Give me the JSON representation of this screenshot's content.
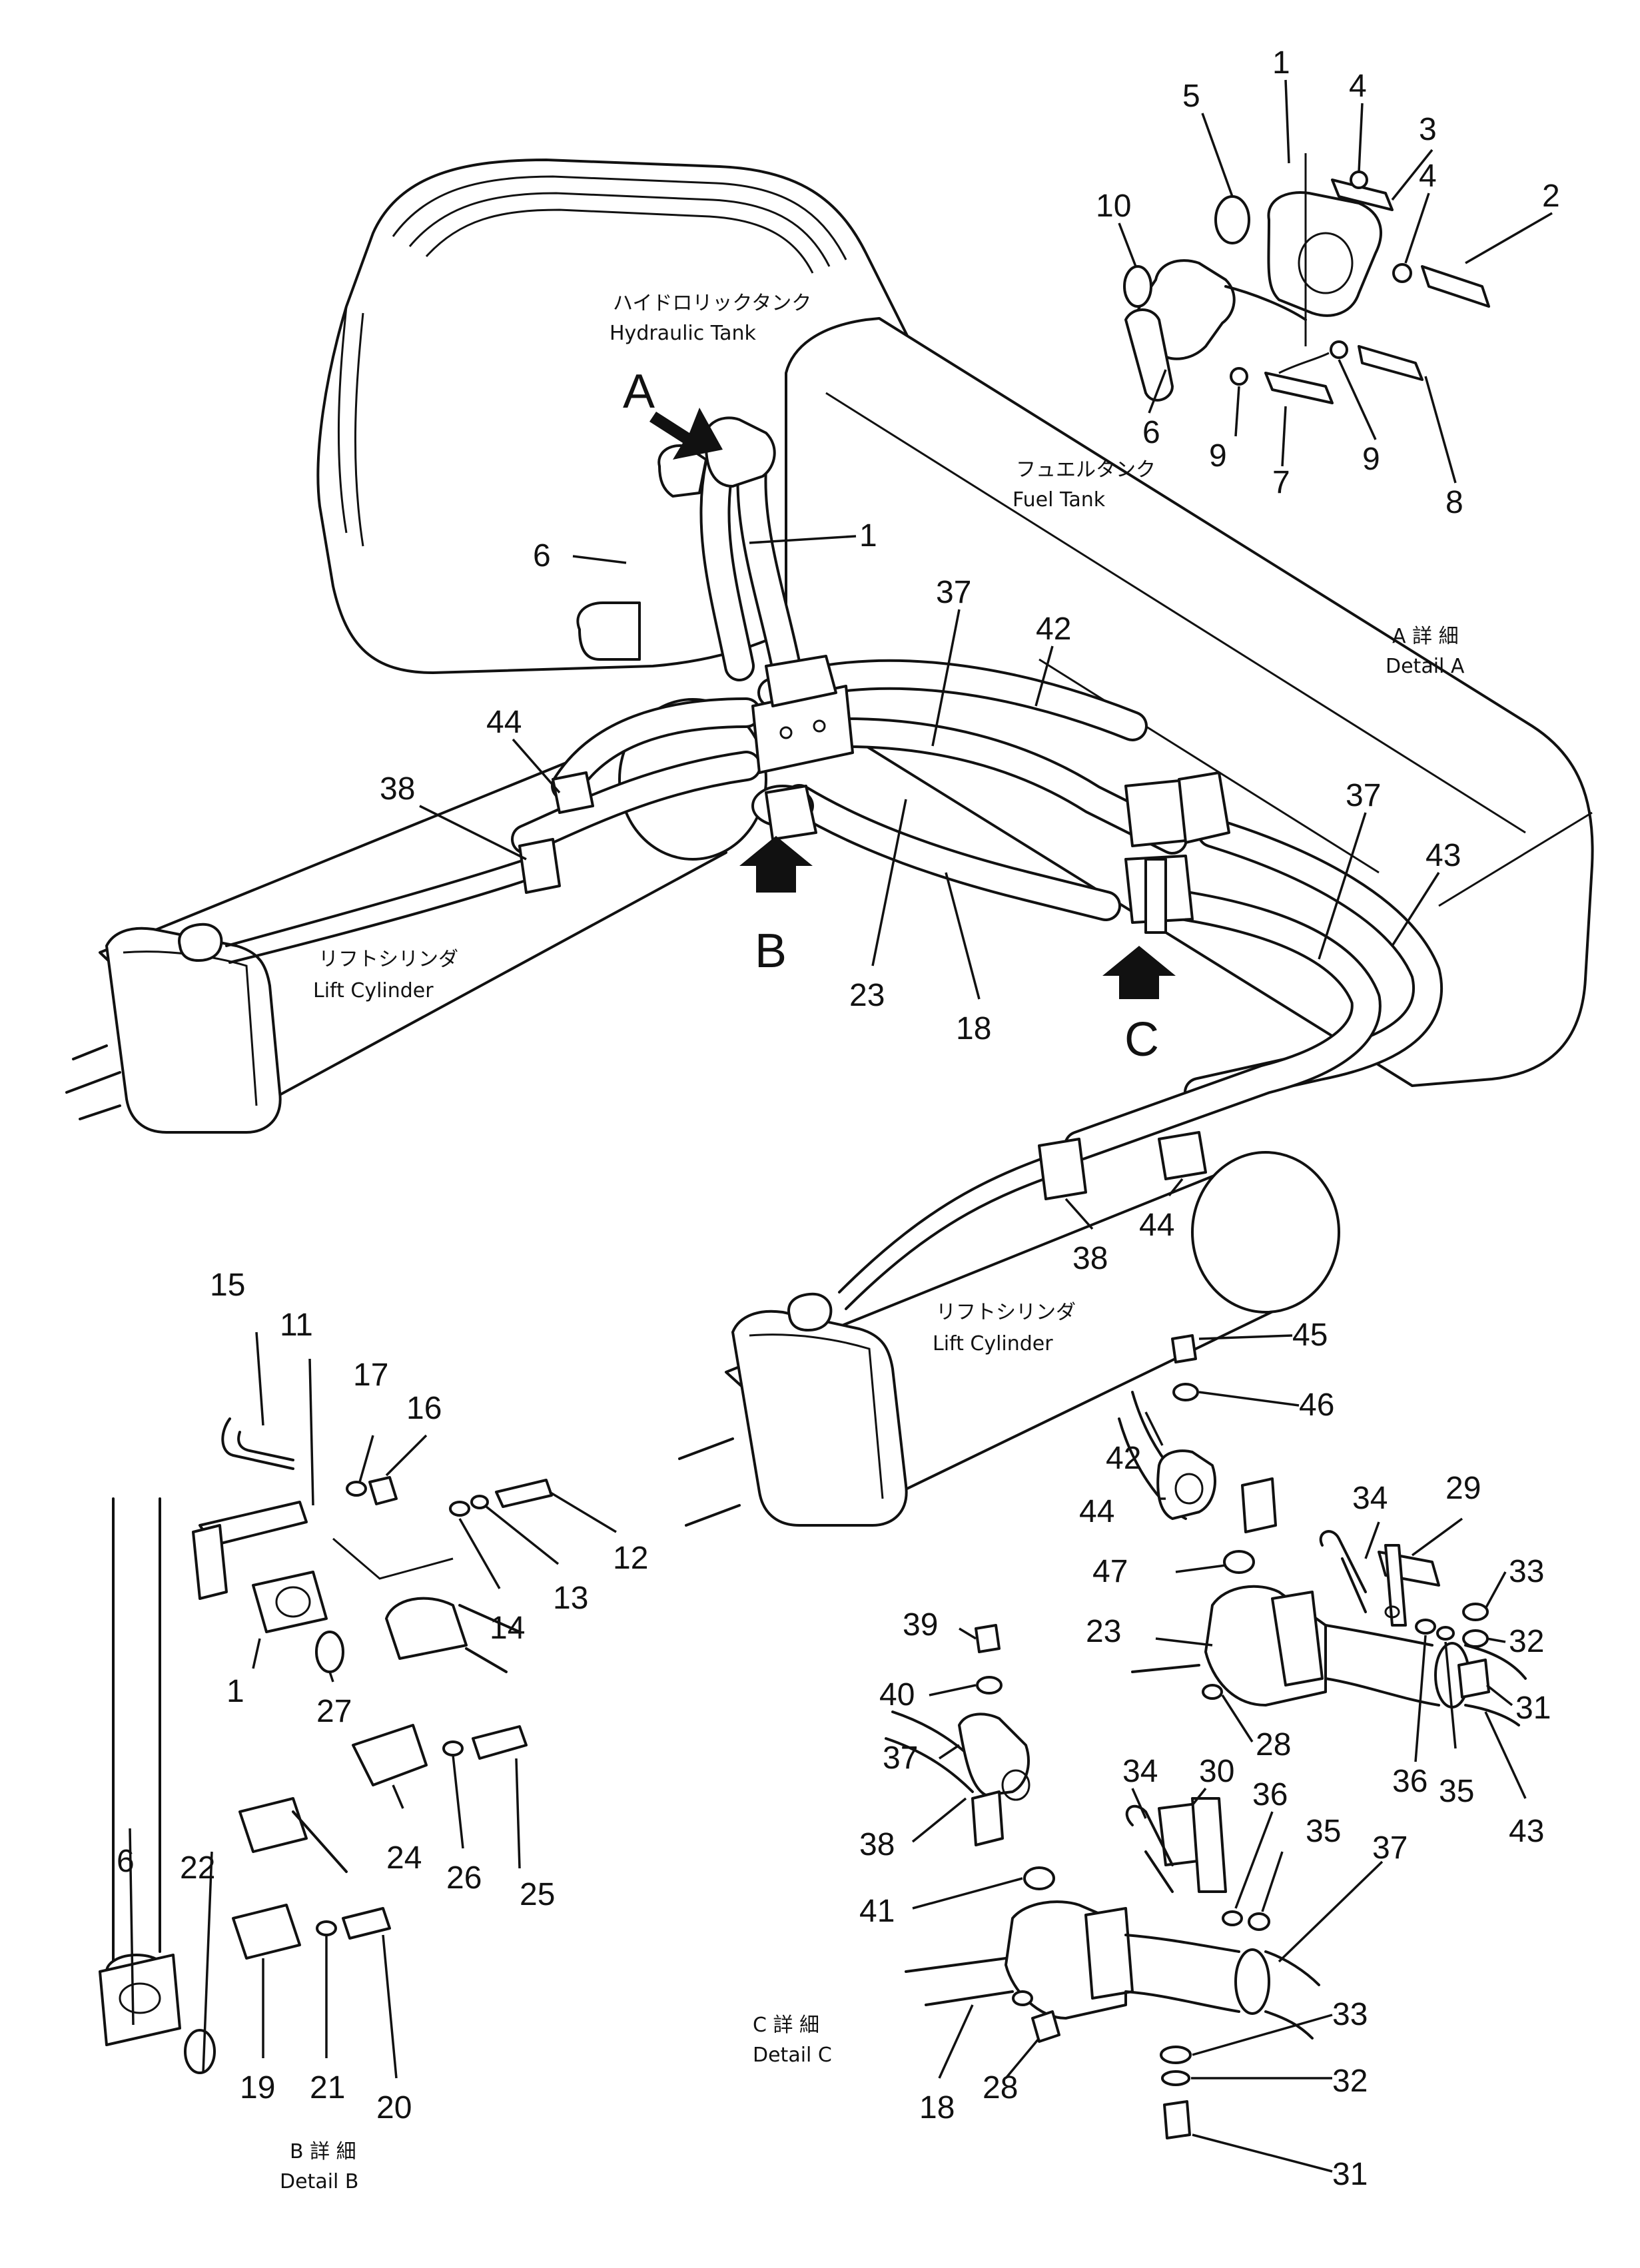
{
  "tanks": {
    "hydraulic_jp": "ハイドロリックタンク",
    "hydraulic_en": "Hydraulic Tank",
    "fuel_jp": "フュエルタンク",
    "fuel_en": "Fuel Tank",
    "lift_left_jp": "リフトシリンダ",
    "lift_left_en": "Lift Cylinder",
    "lift_right_jp": "リフトシリンダ",
    "lift_right_en": "Lift Cylinder"
  },
  "views": {
    "a": "A",
    "b": "B",
    "c": "C"
  },
  "details": {
    "a_jp": "A 詳 細",
    "a_en": "Detail A",
    "b_jp": "B 詳 細",
    "b_en": "Detail B",
    "c_jp": "C 詳 細",
    "c_en": "Detail C"
  },
  "callouts": [
    "1",
    "2",
    "3",
    "4",
    "4",
    "5",
    "6",
    "7",
    "8",
    "9",
    "9",
    "10",
    "6",
    "1",
    "37",
    "42",
    "44",
    "38",
    "23",
    "18",
    "37",
    "43",
    "44",
    "38",
    "15",
    "11",
    "17",
    "16",
    "12",
    "13",
    "14",
    "1",
    "27",
    "6",
    "22",
    "24",
    "26",
    "25",
    "19",
    "21",
    "20",
    "45",
    "46",
    "42",
    "44",
    "47",
    "34",
    "29",
    "33",
    "32",
    "31",
    "23",
    "28",
    "36",
    "35",
    "43",
    "39",
    "40",
    "37",
    "38",
    "41",
    "34",
    "30",
    "36",
    "35",
    "37",
    "33",
    "32",
    "31",
    "18",
    "28"
  ]
}
